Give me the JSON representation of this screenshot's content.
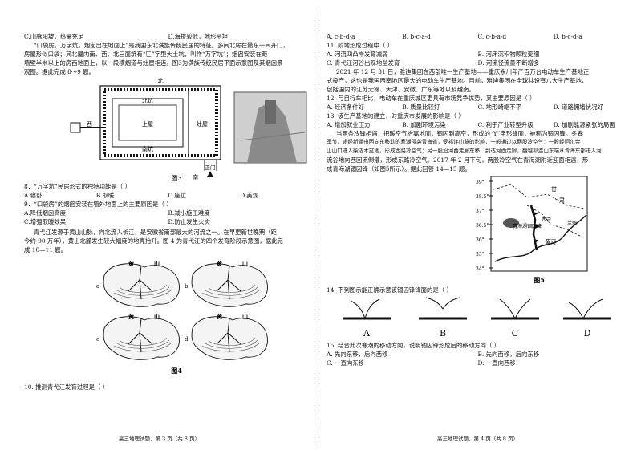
{
  "left": {
    "top_options": {
      "c": "C.山脉阳坡，热量充足",
      "d": "D.海拔较低，地形平坦"
    },
    "intro_lines": [
      "“口袋房，万字炕，烟囱出在地面上”是我国东北满族传统民居的特征。多间北房在最东一间开门，",
      "房屋形似口袋；其北屋内南、西、北三面筑有“匚”字型大土坑，叫作“万字坑”；烟囱安装在距",
      "墙壁半米以上的房西地面上，以一段横烟道与灶屋相连。图3为满族传统民居平面示意图及其烟囱景",
      "观图。据此完成 8～9 题。"
    ],
    "fig3": {
      "north": "北",
      "west": "西",
      "south": "南",
      "north_kang": "北炕",
      "upper_room": "上屋",
      "stove_room": "灶屋",
      "south_kang": "南炕",
      "main_door": "正门",
      "caption": "图3"
    },
    "q8": {
      "stem": "8．“万字坑”民居形式的独特功能是（    ）",
      "options": [
        "A.寝卧",
        "B.取暖",
        "C.座位",
        "D.美观"
      ]
    },
    "q9": {
      "stem": "9．“口袋房”的烟囱安装在墙外地面上的主要原因是（    ）",
      "options": [
        "A.降低烟囱高度",
        "B.减小施工难度",
        "C.增强取暖效果",
        "D.防止发生火灾"
      ]
    },
    "para2_lines": [
      "青弋江发源于黄山山脉，向北流入长江，是安徽省南部最大的河流之一。在早更新世晚期（距",
      "今约 90 万年），黄山北麓发生较大幅度的地壳抬升。图 4 为青弋江的四个发育阶段示意图，据此完",
      "成 10—11 题。"
    ],
    "fig4": {
      "labels": [
        "a",
        "b",
        "c",
        "d"
      ],
      "mountain": "黄",
      "mountain2": "山",
      "caption": "图4"
    },
    "q10": {
      "stem": "10.  推测青弋江发育过程是（    ）"
    },
    "footer": "高三地理试题，第 3 页（共 8 页）"
  },
  "right": {
    "q10_options": [
      "A. c-b-d-a",
      "B. b-c-a-d",
      "C. c-b-a-d",
      "D. b-c-d-a"
    ],
    "q11": {
      "stem": "11.  阶地形成过程中（    ）",
      "options": [
        "A.  河流四凸岸发育减弱",
        "B.  河床沉积物颗粒变细",
        "C.  青弋江河谷出现地垒发育",
        "D.  河流径流量不断增多"
      ]
    },
    "para3_lines": [
      "2021 年 12 月 31 日，雅迪集团在西部唯一生产基地——重庆永川年产百万台电动车生产基地正",
      "式投产，这也是我国西南地区最大的电动车生产基地。目前，雅迪集团在全球共设有八大生产基地，",
      "包括国内的江苏无锡、天津、安徽、广东等地以及越南。"
    ],
    "q12": {
      "stem": "12. 与自行车相比，电动车在重庆城区更具有市场竞争优势，其主要原因是（    ）",
      "options": [
        "A.  经济条件好",
        "B.  质量比较好",
        "C.  地形崎岖不平",
        "D.  道路拥堵状况好"
      ]
    },
    "q13": {
      "stem": "13. 该生产基地的建立，对重庆市发展的影响是（    ）",
      "options": [
        "A.  增加就业压力",
        "B.  加剧环境污染",
        "C.  利于产业转型升级",
        "D.  加剧能源紧张的局面"
      ]
    },
    "para4_lines": [
      "当两条冷锋相遇，把暖空气抬离地面，锢囚到高空，形成的“Y”字形锋面，被称为锢囚锋。冬春",
      "季节，途经新疆由西向东移动的寒潮侵袭青海省，受祁连山脉的影响，一般通过以两股冷空气：一股经阿尔金",
      "山山口进入柴达木盆地，形成西路冷空气；另一股沿河西走廊东移，到达河西走廊，翻越祁连山东端从青海东部进入河",
      "流谷地向西回流倒灌，形成东路冷空气。2017 年 2 月下旬，两股冷空气在青海湖附近迎面相遇，形",
      "成青海湖锢囚锋（如图5所示）。据此回答 14—15 题。"
    ],
    "fig5": {
      "lat_labels": [
        "39°",
        "38.5°",
        "37°",
        "36.5°",
        "36°",
        "35°",
        "34°"
      ],
      "front_label": "青海湖锢囚锋",
      "province_labels": [
        "甘",
        "肃"
      ],
      "river_label": "黄河",
      "city_labels": [
        "西宁",
        "兰州"
      ],
      "caption": "图5"
    },
    "q14": {
      "stem": "14. 下列图示能正确示意该锢囚锋锋面的是（    ）",
      "option_labels": [
        "A",
        "B",
        "C",
        "D"
      ]
    },
    "q15": {
      "stem": "15.  结合此次寒潮的移动方向，说明锢囚锋形成后的移动方向（    ）",
      "options": [
        "A.  先向东移，后向西移",
        "B.  先向西移，后向东移",
        "C.  一直向东移",
        "D.  一直向西移"
      ]
    },
    "footer": "高三地理试题，第 4 页（共 8 页）"
  }
}
